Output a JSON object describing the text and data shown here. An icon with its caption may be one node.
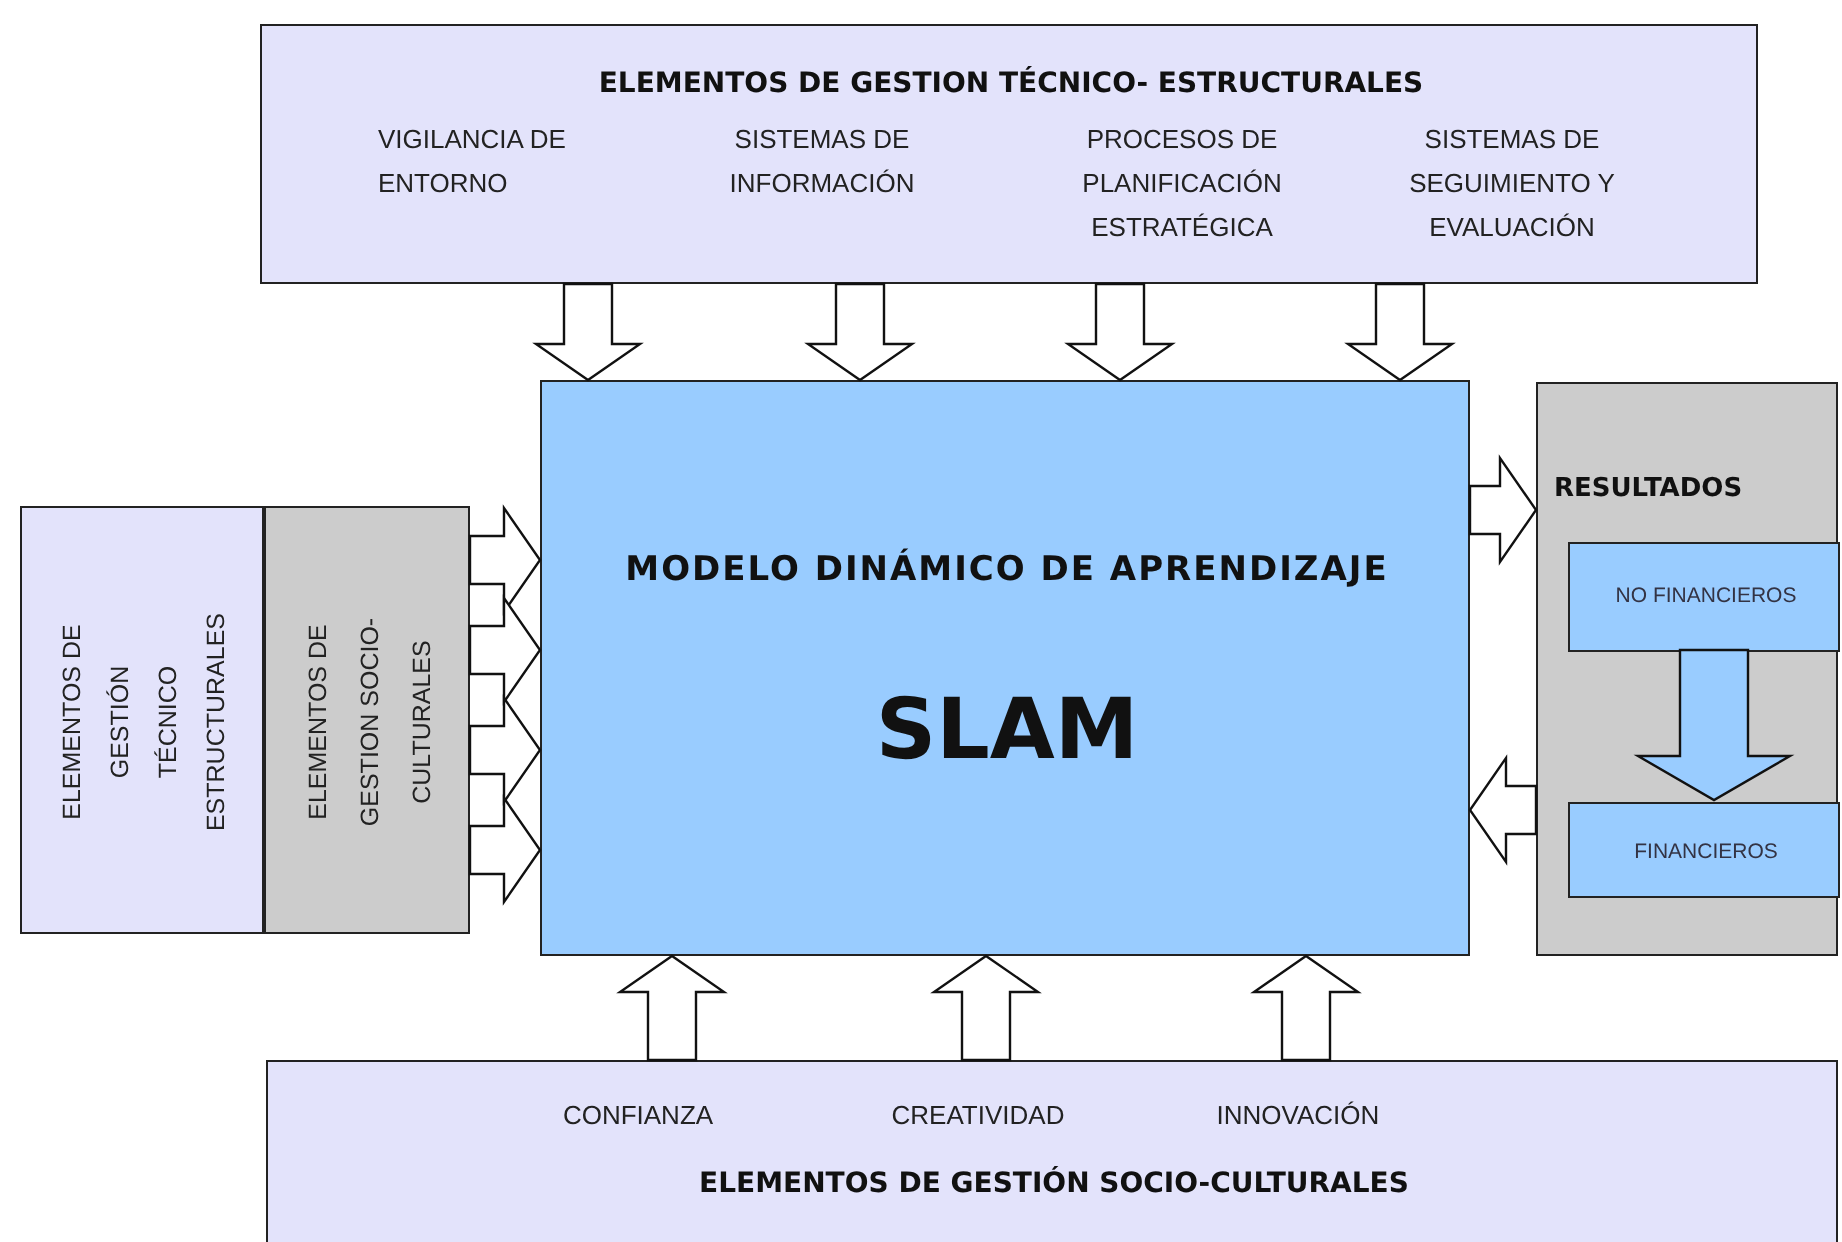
{
  "diagram": {
    "nodes": [
      {
        "text": [
          "ELEMENTOS DE GESTION TÉCNICO- ESTRUCTURALES",
          "VIGILANCIA DE ENTORNO",
          "SISTEMAS DE INFORMACIÓN",
          "PROCESOS DE PLANIFICACIÓN ESTRATÉGICA",
          "SISTEMAS DE SEGUIMIENTO Y EVALUACIÓN"
        ]
      },
      {
        "text": [
          "MODELO DINÁMICO DE APRENDIZAJE",
          "SLAM"
        ]
      },
      {
        "text": [
          "ELEMENTOS DE GESTIÓN TÉCNICO ESTRUCTURALES"
        ]
      },
      {
        "text": [
          "ELEMENTOS DE GESTION SOCIO-CULTURALES"
        ]
      },
      {
        "text": [
          "RESULTADOS"
        ]
      },
      {
        "text": [
          "NO FINANCIEROS"
        ],
        "in": 4
      },
      {
        "text": [
          "FINANCIEROS"
        ],
        "in": 4
      },
      {
        "text": [
          "CONFIANZA",
          "CREATIVIDAD",
          "INNOVACIÓN",
          "ELEMENTOS DE GESTIÓN SOCIO-CULTURALES"
        ]
      }
    ],
    "edges": [
      {
        "from": 0,
        "to": 1,
        "arrow": "to"
      },
      {
        "from": 0,
        "to": 1,
        "arrow": "to"
      },
      {
        "from": 0,
        "to": 1,
        "arrow": "to"
      },
      {
        "from": 0,
        "to": 1,
        "arrow": "to"
      },
      {
        "from": 3,
        "to": 1,
        "arrow": "to"
      },
      {
        "from": 3,
        "to": 1,
        "arrow": "to"
      },
      {
        "from": 3,
        "to": 1,
        "arrow": "to"
      },
      {
        "from": 3,
        "to": 1,
        "arrow": "to"
      },
      {
        "from": 1,
        "to": 4,
        "arrow": "to"
      },
      {
        "from": 4,
        "to": 1,
        "arrow": "to"
      },
      {
        "from": 5,
        "to": 6,
        "arrow": "to"
      },
      {
        "from": 7,
        "to": 1,
        "arrow": "to"
      },
      {
        "from": 7,
        "to": 1,
        "arrow": "to"
      },
      {
        "from": 7,
        "to": 1,
        "arrow": "to"
      }
    ]
  }
}
